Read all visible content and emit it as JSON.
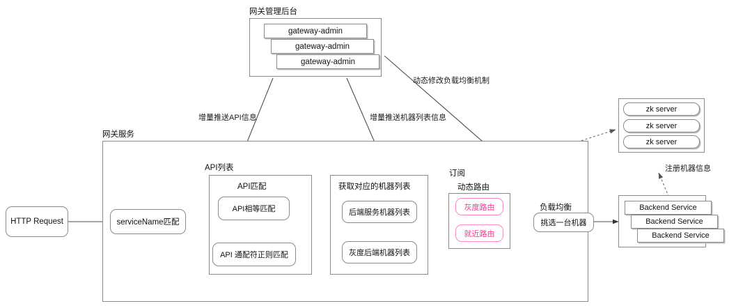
{
  "diagram": {
    "title_admin": "网关管理后台",
    "title_gateway_service": "网关服务",
    "admin_nodes": [
      "gateway-admin",
      "gateway-admin",
      "gateway-admin"
    ],
    "entry": {
      "http_request": "HTTP Request",
      "service_name_match": "serviceName匹配"
    },
    "api_section": {
      "outer_label": "API列表",
      "title": "API匹配",
      "items": [
        "API相等匹配",
        "API 通配符正则匹配"
      ]
    },
    "machine_section": {
      "title": "获取对应的机器列表",
      "items": [
        "后端服务机器列表",
        "灰度后端机器列表"
      ]
    },
    "route_section": {
      "outer_label": "订阅",
      "title": "动态路由",
      "items": [
        "灰度路由",
        "就近路由"
      ]
    },
    "lb_section": {
      "label": "负载均衡",
      "node": "挑选一台机器"
    },
    "zk_section": {
      "nodes": [
        "zk server",
        "zk server",
        "zk server"
      ]
    },
    "backend_section": {
      "nodes": [
        "Backend Service",
        "Backend Service",
        "Backend Service"
      ]
    },
    "edge_labels": {
      "push_api": "增量推送API信息",
      "push_machine_list": "增量推送机器列表信息",
      "modify_lb": "动态修改负载均衡机制",
      "register_machine": "注册机器信息"
    },
    "colors": {
      "accent_pink": "#ff3399",
      "line": "#4d4d4d",
      "border": "#8a8a8a"
    }
  }
}
